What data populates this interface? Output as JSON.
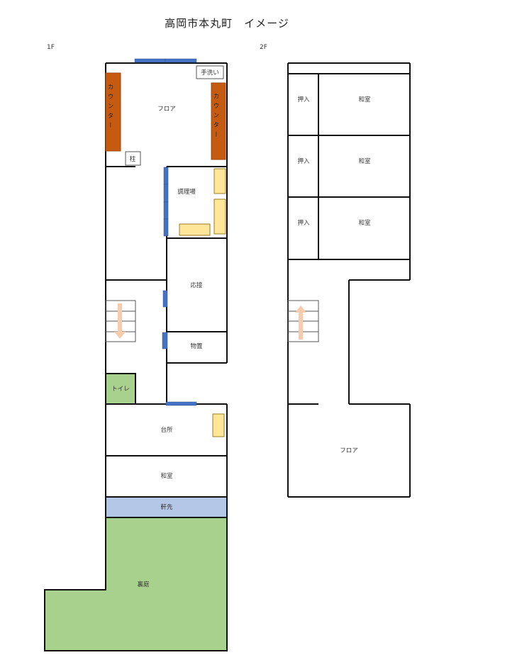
{
  "title": "高岡市本丸町　イメージ",
  "floors": {
    "first": {
      "label": "1F",
      "rooms": {
        "floor": "フロア",
        "counter_left": "カウンター",
        "counter_right": "カウンター",
        "handwash": "手洗い",
        "pillar": "柱",
        "kitchen_work": "調理場",
        "reception": "応接",
        "storage": "物置",
        "toilet": "トイレ",
        "kitchen": "台所",
        "japanese_room": "和室",
        "eaves": "軒先",
        "backyard": "裏庭"
      }
    },
    "second": {
      "label": "2F",
      "rooms": {
        "closet_1": "押入",
        "room_1": "和室",
        "closet_2": "押入",
        "room_2": "和室",
        "closet_3": "押入",
        "room_3": "和室",
        "floor": "フロア"
      }
    }
  },
  "colors": {
    "counter": "#c55a11",
    "window": "#4472c4",
    "fixture": "#ffe699",
    "green": "#a9d18e",
    "eaves": "#b4c7e7",
    "arrow": "#f8cbad"
  }
}
